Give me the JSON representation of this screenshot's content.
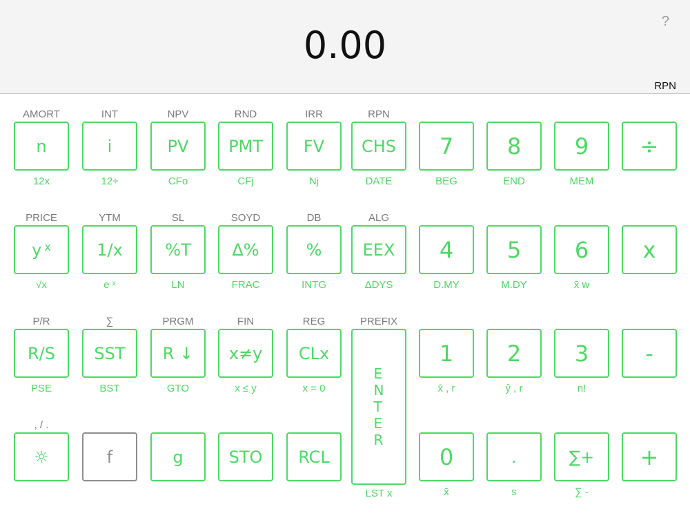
{
  "display": {
    "value": "0.00",
    "help": "?",
    "mode": "RPN"
  },
  "colors": {
    "accent": "#4cd964",
    "f_key": "#8e8e8e",
    "label_gray": "#7a7a7a"
  },
  "keys": {
    "row1": [
      {
        "top": "AMORT",
        "main": "n",
        "bottom": "12x"
      },
      {
        "top": "INT",
        "main": "i",
        "bottom": "12÷"
      },
      {
        "top": "NPV",
        "main": "PV",
        "bottom": "CFo"
      },
      {
        "top": "RND",
        "main": "PMT",
        "bottom": "CFj"
      },
      {
        "top": "IRR",
        "main": "FV",
        "bottom": "Nj"
      },
      {
        "top": "RPN",
        "main": "CHS",
        "bottom": "DATE"
      },
      {
        "top": "",
        "main": "7",
        "bottom": "BEG"
      },
      {
        "top": "",
        "main": "8",
        "bottom": "END"
      },
      {
        "top": "",
        "main": "9",
        "bottom": "MEM"
      },
      {
        "top": "",
        "main": "÷",
        "bottom": ""
      }
    ],
    "row2": [
      {
        "top": "PRICE",
        "main": "y",
        "main_sup": "x",
        "bottom": "√x"
      },
      {
        "top": "YTM",
        "main": "1/x",
        "bottom": "e ˣ"
      },
      {
        "top": "SL",
        "main": "%T",
        "bottom": "LN"
      },
      {
        "top": "SOYD",
        "main": "Δ%",
        "bottom": "FRAC"
      },
      {
        "top": "DB",
        "main": "%",
        "bottom": "INTG"
      },
      {
        "top": "ALG",
        "main": "EEX",
        "bottom": "ΔDYS"
      },
      {
        "top": "",
        "main": "4",
        "bottom": "D.MY"
      },
      {
        "top": "",
        "main": "5",
        "bottom": "M.DY"
      },
      {
        "top": "",
        "main": "6",
        "bottom": "x̄ w"
      },
      {
        "top": "",
        "main": "x",
        "bottom": ""
      }
    ],
    "row3": [
      {
        "top": "P/R",
        "main": "R/S",
        "bottom": "PSE"
      },
      {
        "top": "∑",
        "main": "SST",
        "bottom": "BST"
      },
      {
        "top": "PRGM",
        "main": "R ↓",
        "bottom": "GTO"
      },
      {
        "top": "FIN",
        "main": "x≠y",
        "bottom": "x ≤ y"
      },
      {
        "top": "REG",
        "main": "CLx",
        "bottom": "x = 0"
      },
      {
        "top": "PREFIX",
        "main": "ENTER",
        "bottom": "LST x"
      },
      {
        "top": "",
        "main": "1",
        "bottom": "x̂ , r"
      },
      {
        "top": "",
        "main": "2",
        "bottom": "ŷ , r"
      },
      {
        "top": "",
        "main": "3",
        "bottom": "n!"
      },
      {
        "top": "",
        "main": "-",
        "bottom": ""
      }
    ],
    "row4": [
      {
        "top": ", / .",
        "main": "☼",
        "bottom": ""
      },
      {
        "top": "",
        "main": "f",
        "bottom": ""
      },
      {
        "top": "",
        "main": "g",
        "bottom": ""
      },
      {
        "top": "",
        "main": "STO",
        "bottom": ""
      },
      {
        "top": "",
        "main": "RCL",
        "bottom": ""
      },
      {
        "top": "",
        "main": "0",
        "bottom": "x̄"
      },
      {
        "top": "",
        "main": ".",
        "bottom": "s"
      },
      {
        "top": "",
        "main": "∑+",
        "bottom": "∑ -"
      },
      {
        "top": "",
        "main": "+",
        "bottom": ""
      }
    ]
  }
}
